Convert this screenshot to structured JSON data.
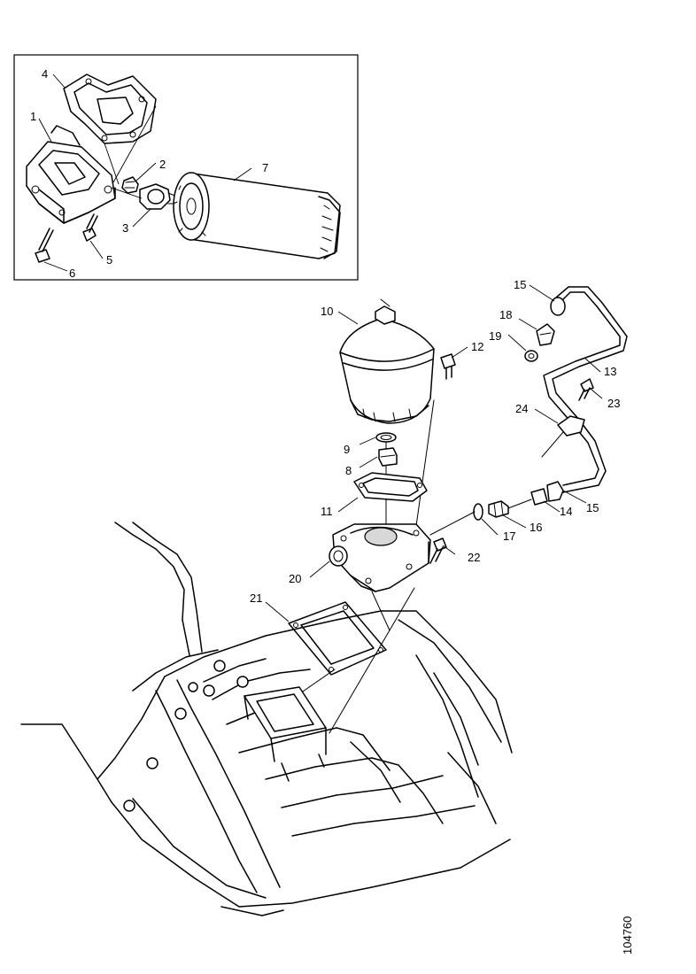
{
  "figure_ref": "104760",
  "callouts": {
    "c1": "1",
    "c2": "2",
    "c3": "3",
    "c4": "4",
    "c5": "5",
    "c6": "6",
    "c7": "7",
    "c8": "8",
    "c9": "9",
    "c10": "10",
    "c11": "11",
    "c12": "12",
    "c13": "13",
    "c14": "14",
    "c15a": "15",
    "c15b": "15",
    "c16": "16",
    "c17": "17",
    "c18": "18",
    "c19": "19",
    "c20": "20",
    "c21": "21",
    "c22": "22",
    "c23": "23",
    "c24": "24"
  }
}
